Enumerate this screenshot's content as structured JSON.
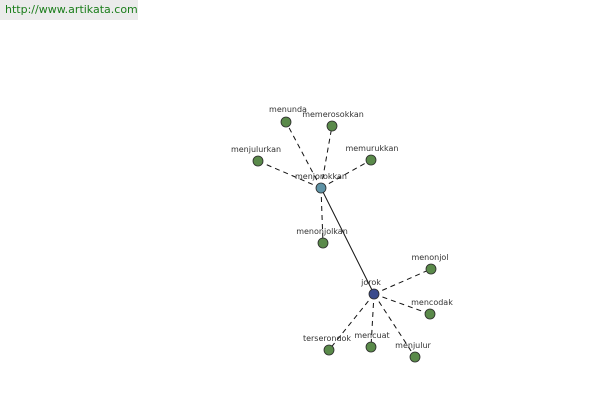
{
  "source_url": "http://www.artikata.com",
  "graph": {
    "center_words": [
      "menjorokkan",
      "jorok"
    ],
    "nodes": [
      {
        "id": "menjorokkan",
        "label": "menjorokkan",
        "color": "#5f93a6"
      },
      {
        "id": "jorok",
        "label": "jorok",
        "color": "#3b4b8c"
      },
      {
        "id": "menunda",
        "label": "menunda",
        "color": "#5a8a4a"
      },
      {
        "id": "memerosokkan",
        "label": "memerosokkan",
        "color": "#5a8a4a"
      },
      {
        "id": "menjulurkan",
        "label": "menjulurkan",
        "color": "#5a8a4a"
      },
      {
        "id": "memurukkan",
        "label": "memurukkan",
        "color": "#5a8a4a"
      },
      {
        "id": "menonjolkan",
        "label": "menonjolkan",
        "color": "#5a8a4a"
      },
      {
        "id": "menonjol",
        "label": "menonjol",
        "color": "#5a8a4a"
      },
      {
        "id": "mencodak",
        "label": "mencodak",
        "color": "#5a8a4a"
      },
      {
        "id": "terserondok",
        "label": "terserondok",
        "color": "#5a8a4a"
      },
      {
        "id": "mencuat",
        "label": "mencuat",
        "color": "#5a8a4a"
      },
      {
        "id": "menjulur",
        "label": "menjulur",
        "color": "#5a8a4a"
      }
    ],
    "edges": [
      {
        "from": "menjorokkan",
        "to": "jorok",
        "style": "solid"
      },
      {
        "from": "menjorokkan",
        "to": "menunda",
        "style": "dashed"
      },
      {
        "from": "menjorokkan",
        "to": "memerosokkan",
        "style": "dashed"
      },
      {
        "from": "menjorokkan",
        "to": "menjulurkan",
        "style": "dashed"
      },
      {
        "from": "menjorokkan",
        "to": "memurukkan",
        "style": "dashed"
      },
      {
        "from": "menjorokkan",
        "to": "menonjolkan",
        "style": "dashed"
      },
      {
        "from": "jorok",
        "to": "menonjol",
        "style": "dashed"
      },
      {
        "from": "jorok",
        "to": "mencodak",
        "style": "dashed"
      },
      {
        "from": "jorok",
        "to": "terserondok",
        "style": "dashed"
      },
      {
        "from": "jorok",
        "to": "mencuat",
        "style": "dashed"
      },
      {
        "from": "jorok",
        "to": "menjulur",
        "style": "dashed"
      }
    ]
  }
}
